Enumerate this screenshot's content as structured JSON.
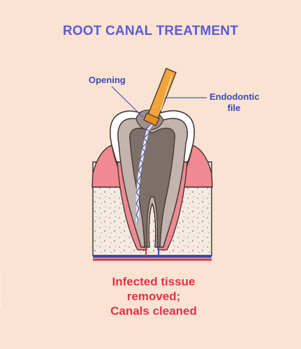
{
  "title": "ROOT CANAL TREATMENT",
  "labels": {
    "opening": "Opening",
    "endodontic_file": "Endodontic\nfile"
  },
  "caption": [
    "Infected tissue",
    "removed;",
    "Canals cleaned"
  ],
  "watermark_id": "125677870",
  "colors": {
    "background": "#fbe3d3",
    "title": "#5b5bd6",
    "label": "#3b4bb0",
    "caption": "#e8304a",
    "gum": "#ef8a92",
    "bone": "#f6ebe3",
    "enamel": "#ffffff",
    "dentin": "#c3b5ae",
    "pulp_canal": "#7d6f6a",
    "file_handle": "#f0a43a",
    "vein": "#3a4fb0",
    "artery": "#d8313d"
  }
}
